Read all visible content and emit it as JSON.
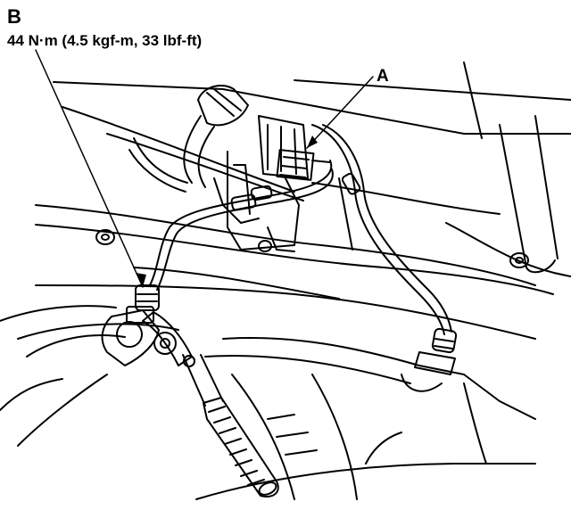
{
  "labels": {
    "b": "B",
    "torque": "44 N·m (4.5 kgf-m, 33 lbf-ft)",
    "a": "A"
  },
  "colors": {
    "ink": "#000000",
    "paper": "#ffffff"
  }
}
